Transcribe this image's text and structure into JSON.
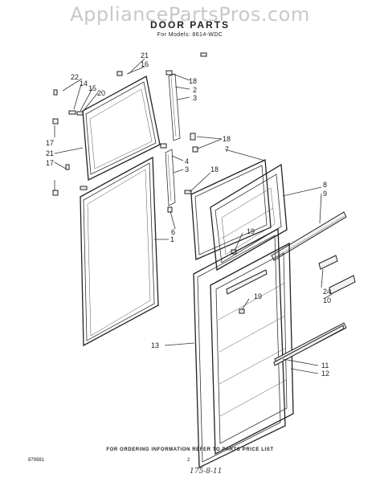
{
  "watermark": "AppliancePartsPros.com",
  "title": "DOOR PARTS",
  "subtitle": "For Models: 8614-WDC",
  "footer_note": "FOR ORDERING INFORMATION REFER TO PARTS PRICE LIST",
  "page_code": "879981",
  "page_number": "2",
  "handwritten_note": "175-8-11",
  "callouts": {
    "c21a": "21",
    "c16": "16",
    "c22": "22",
    "c14": "14",
    "c15": "15",
    "c20": "20",
    "c18a": "18",
    "c2": "2",
    "c3a": "3",
    "c17a": "17",
    "c21b": "21",
    "c17b": "17",
    "c18b": "18",
    "c7": "7",
    "c4": "4",
    "c3b": "3",
    "c18c": "18",
    "c8": "8",
    "c9": "9",
    "c6": "6",
    "c1": "1",
    "c19a": "19",
    "c24": "24",
    "c10": "10",
    "c19b": "19",
    "c13": "13",
    "c11": "11",
    "c12": "12"
  }
}
